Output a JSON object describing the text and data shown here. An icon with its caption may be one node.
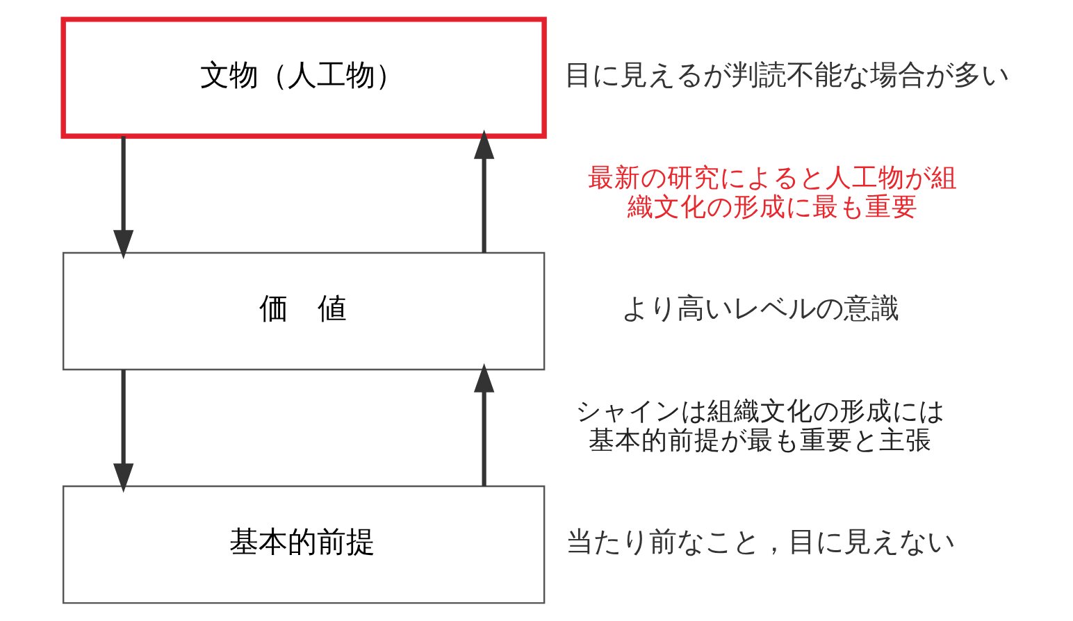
{
  "diagram": {
    "nodes": [
      {
        "text": [
          "文物（人工物）"
        ],
        "beside": [
          "目に見えるが判読不能な場合が多い"
        ]
      },
      {
        "text": [
          "価　値"
        ],
        "beside": [
          "より高いレベルの意識"
        ]
      },
      {
        "text": [
          "基本的前提"
        ],
        "beside": [
          "当たり前なこと，目に見えない"
        ]
      }
    ],
    "edges": [
      {
        "from": 0,
        "to": 1,
        "arrow": "to"
      },
      {
        "from": 1,
        "to": 0,
        "arrow": "to"
      },
      {
        "from": 1,
        "to": 2,
        "arrow": "to"
      },
      {
        "from": 2,
        "to": 1,
        "arrow": "to"
      }
    ],
    "labels": [
      "最新の研究によると人工物が組織文化の形成に最も重要",
      "シャインは組織文化の形成には基本的前提が最も重要と主張"
    ]
  }
}
